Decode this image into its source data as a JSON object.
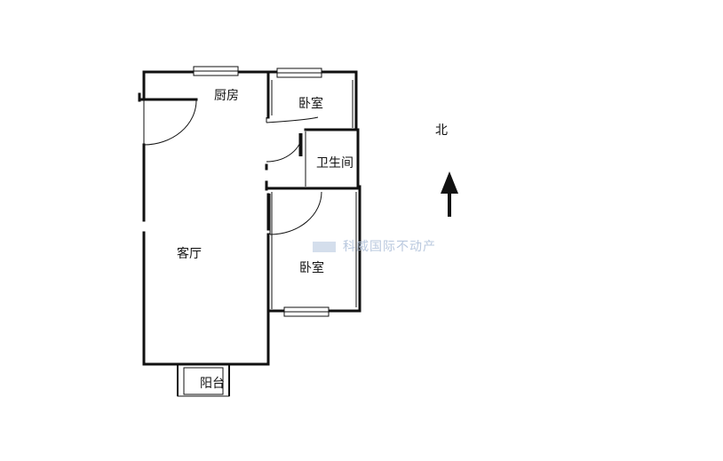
{
  "rooms": {
    "kitchen": "厨房",
    "bedroom_north": "卧室",
    "bathroom": "卫生间",
    "living_room": "客厅",
    "bedroom_south": "卧室",
    "balcony": "阳台"
  },
  "compass": {
    "label": "北",
    "icon": "north-arrow-icon"
  },
  "watermark": {
    "text": "科威国际不动产",
    "logo": "keyway-logo"
  },
  "colors": {
    "wall": "#111111",
    "watermark": "#b9c8de",
    "background": "#ffffff"
  }
}
